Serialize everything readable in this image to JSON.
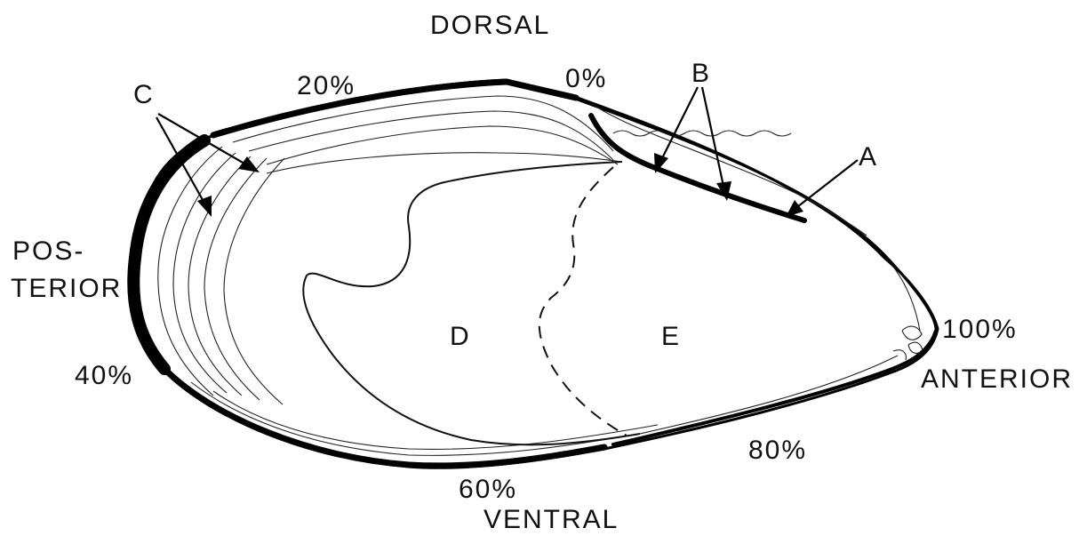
{
  "orientation": {
    "dorsal": "DORSAL",
    "ventral": "VENTRAL",
    "posterior_line1": "POS-",
    "posterior_line2": "TERIOR",
    "anterior": "ANTERIOR"
  },
  "percent_marks": {
    "p0": "0%",
    "p20": "20%",
    "p40": "40%",
    "p60": "60%",
    "p80": "80%",
    "p100": "100%"
  },
  "region_labels": {
    "a": "A",
    "b": "B",
    "c": "C",
    "d": "D",
    "e": "E"
  },
  "colors": {
    "ink": "#000000",
    "paper": "#ffffff"
  }
}
